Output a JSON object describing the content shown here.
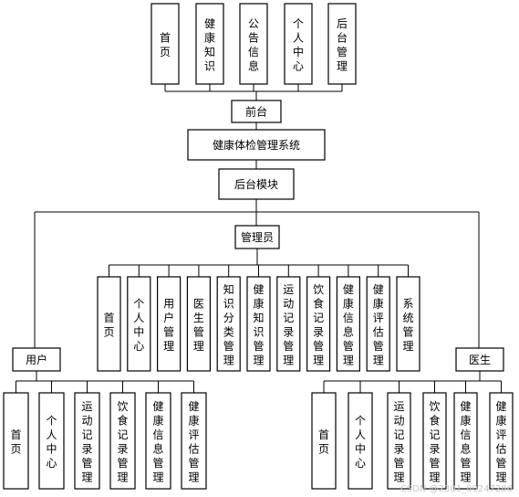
{
  "diagram": {
    "frontend_pages": [
      "首页",
      "健康知识",
      "公告信息",
      "个人中心",
      "后台管理"
    ],
    "frontend_label": "前台",
    "system_title": "健康体检管理系统",
    "backend_label": "后台模块",
    "admin_label": "管理员",
    "admin_modules": [
      "首页",
      "个人中心",
      "用户管理",
      "医生管理",
      "知识分类管理",
      "健康知识管理",
      "运动记录管理",
      "饮食记录管理",
      "健康信息管理",
      "健康评估管理",
      "系统管理"
    ],
    "user_label": "用户",
    "user_modules": [
      "首页",
      "个人中心",
      "运动记录管理",
      "饮食记录管理",
      "健康信息管理",
      "健康评估管理"
    ],
    "doctor_label": "医生",
    "doctor_modules": [
      "首页",
      "个人中心",
      "运动记录管理",
      "饮食记录管理",
      "健康信息管理",
      "健康评估管理"
    ],
    "watermark": "CSDN @2301_80247286"
  }
}
